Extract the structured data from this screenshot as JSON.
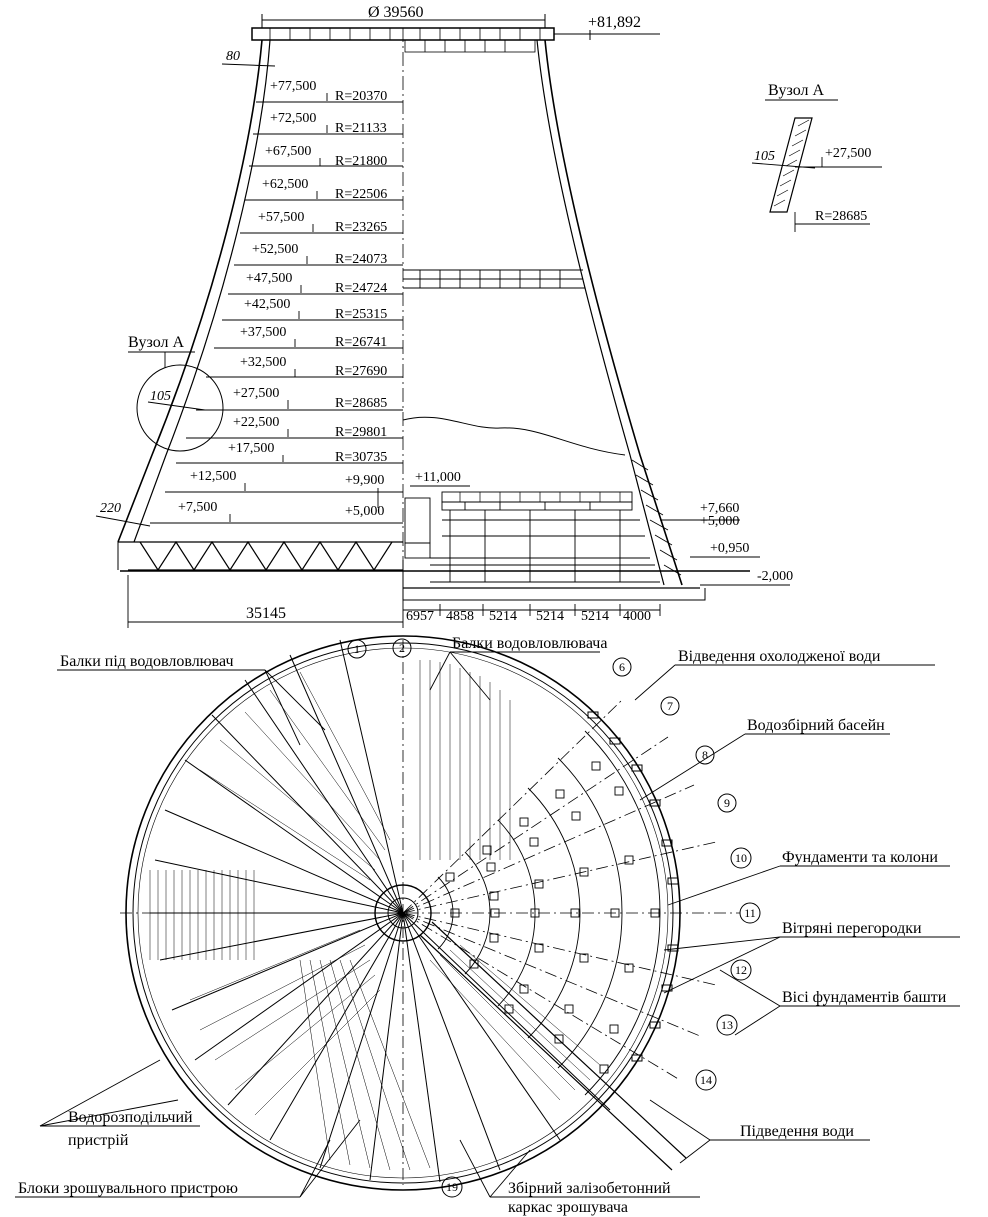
{
  "elevation": {
    "diameter_top": "Ø 39560",
    "top_mark": "+81,892",
    "shell_top_thickness": "80",
    "shell_bottom_thickness": "220",
    "levels": [
      {
        "mark": "+77,500",
        "radius": "R=20370"
      },
      {
        "mark": "+72,500",
        "radius": "R=21133"
      },
      {
        "mark": "+67,500",
        "radius": "R=21800"
      },
      {
        "mark": "+62,500",
        "radius": "R=22506"
      },
      {
        "mark": "+57,500",
        "radius": "R=23265"
      },
      {
        "mark": "+52,500",
        "radius": "R=24073"
      },
      {
        "mark": "+47,500",
        "radius": "R=24724"
      },
      {
        "mark": "+42,500",
        "radius": "R=25315"
      },
      {
        "mark": "+37,500",
        "radius": "R=26741"
      },
      {
        "mark": "+32,500",
        "radius": "R=27690"
      },
      {
        "mark": "+27,500",
        "radius": "R=28685"
      },
      {
        "mark": "+22,500",
        "radius": "R=29801"
      },
      {
        "mark": "+17,500",
        "radius": "R=30735"
      },
      {
        "mark": "+12,500",
        "radius": ""
      },
      {
        "mark": "+7,500",
        "radius": ""
      }
    ],
    "inner_marks": [
      "+9,900",
      "+5,000",
      "+11,000"
    ],
    "right_marks": [
      "+7,660",
      "+5,000",
      "+0,950",
      "-2,000"
    ],
    "node_label": "Вузол А",
    "node_thickness": "105",
    "bottom_dims": [
      "35145",
      "6957",
      "4858",
      "5214",
      "5214",
      "5214",
      "4000"
    ]
  },
  "detail": {
    "title": "Вузол А",
    "thickness": "105",
    "mark": "+27,500",
    "radius": "R=28685"
  },
  "plan": {
    "callouts": {
      "beams_under": "Балки під водовловлювач",
      "beams": "Балки водовловлювача",
      "cooled_water": "Відведення охолодженої води",
      "basin": "Водозбірний басейн",
      "foundations": "Фундаменти та колони",
      "wind": "Вітряні перегородки",
      "axes": "Вісі фундаментів башти",
      "water_supply": "Підведення води",
      "distributor_1": "Водорозподільчий",
      "distributor_2": "пристрій",
      "spray_blocks": "Блоки зрошувального пристрою",
      "frame_1": "Збірний залізобетонний",
      "frame_2": "каркас зрошувача"
    },
    "axis_numbers": [
      "1",
      "2",
      "6",
      "7",
      "8",
      "9",
      "10",
      "11",
      "12",
      "13",
      "14",
      "19"
    ]
  }
}
